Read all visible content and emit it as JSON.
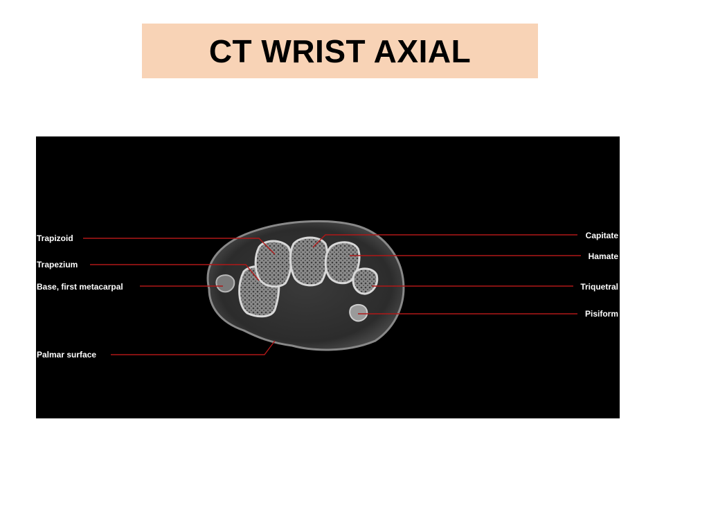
{
  "slide": {
    "title": "CT WRIST AXIAL"
  },
  "figure": {
    "labels_left": {
      "trapizoid": "Trapizoid",
      "trapezium": "Trapezium",
      "base_first_metacarpal": "Base, first metacarpal",
      "palmar_surface": "Palmar surface"
    },
    "labels_right": {
      "capitate": "Capitate",
      "hamate": "Hamate",
      "triquetral": "Triquetral",
      "pisiform": "Pisiform"
    },
    "colors": {
      "background": "#000000",
      "leader_line": "#b01818",
      "title_box": "#f8d3b6"
    }
  }
}
